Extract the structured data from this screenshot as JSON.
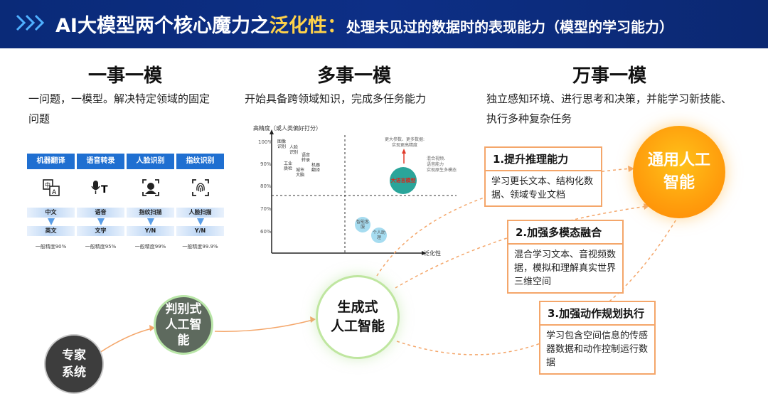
{
  "header": {
    "title_main": "AI大模型两个核心魔力之",
    "title_highlight": "泛化性",
    "title_colon": "：",
    "title_sub": "处理未见过的数据时的表现能力（模型的学习能力）"
  },
  "columns": [
    {
      "heading": "一事一模",
      "desc_line1": "一问题，一模型。解决特定领域的固定",
      "desc_line2": "问题"
    },
    {
      "heading": "多事一模",
      "desc_line1": "开始具备跨领域知识，完成多任务能力"
    },
    {
      "heading": "万事一模",
      "desc_line1": "独立感知环境、进行思考和决策，并能学习新技能、",
      "desc_line2": "执行多种复杂任务"
    }
  ],
  "tasks": [
    {
      "name": "机器翻译",
      "icon": "translate-icon",
      "input": "中文",
      "output": "英文",
      "accuracy": "一般精度90%"
    },
    {
      "name": "语音转录",
      "icon": "speech-to-text-icon",
      "input": "语音",
      "output": "文字",
      "accuracy": "一般精度95%"
    },
    {
      "name": "人脸识别",
      "icon": "face-scan-icon",
      "input": "指纹扫描",
      "output": "Y/N",
      "accuracy": "一般精度99%"
    },
    {
      "name": "指纹识别",
      "icon": "fingerprint-icon",
      "input": "人脸扫描",
      "output": "Y/N",
      "accuracy": "一般精度99.9%"
    }
  ],
  "scatter": {
    "ylabel": "高精度（或人类偏好打分）",
    "xlabel": "泛化性",
    "yticks": [
      "100%",
      "90%",
      "80%",
      "70%",
      "60%"
    ],
    "items": [
      "图像识别",
      "人脸识别",
      "语音转录",
      "工业质检",
      "城市大脑",
      "机器翻译"
    ],
    "llm_label": "大语言模型",
    "note_top_line1": "更大参数、更多数据:",
    "note_top_line2": "实现更高精度",
    "note_right_line1": "混合视频、",
    "note_right_line2": "语音能力",
    "note_right_line3": "实现原生多模态",
    "bubble_a": "智能客服",
    "bubble_b": "个人助理"
  },
  "nodes": {
    "expert": "专家系统",
    "disc_line1": "判别式",
    "disc_line2": "人工智",
    "disc_line3": "能",
    "gen_line1": "生成式",
    "gen_line2": "人工智能",
    "agi_line1": "通用人工",
    "agi_line2": "智能"
  },
  "cards": [
    {
      "title": "1.提升推理能力",
      "body": "学习更长文本、结构化数据、领域专业文档"
    },
    {
      "title": "2.加强多模态融合",
      "body": "混合学习文本、音视频数据，模拟和理解真实世界三维空间"
    },
    {
      "title": "3.加强动作规划执行",
      "body": "学习包含空间信息的传感器数据和动作控制运行数据"
    }
  ],
  "colors": {
    "header_bg": "#0b2b7c",
    "highlight": "#ffd24a",
    "card_border": "#f4a66a",
    "agi_orange": "#ff9d0c",
    "llm_teal": "#2aa59a"
  }
}
